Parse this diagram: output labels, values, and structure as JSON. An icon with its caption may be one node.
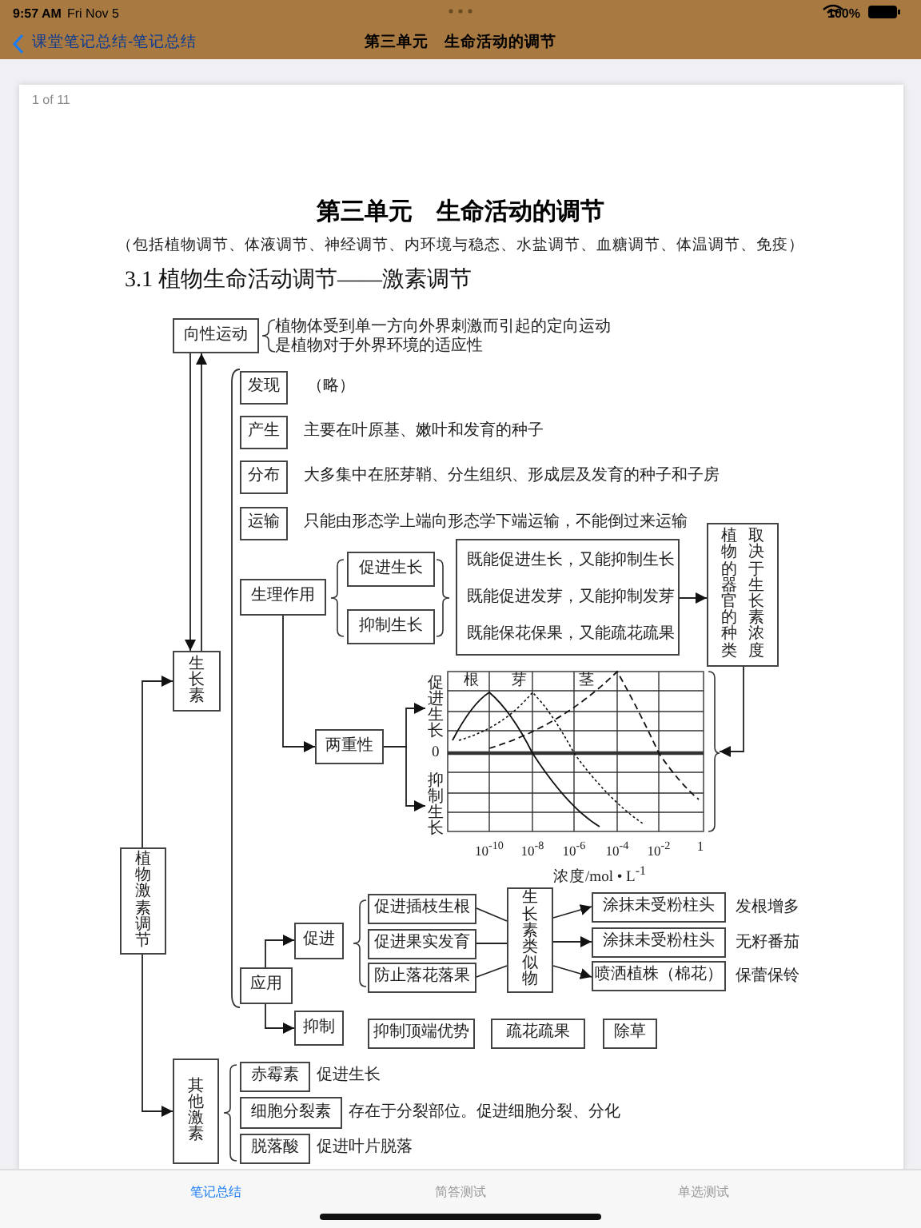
{
  "diagram": {
    "title": "第三单元　生命活动的调节",
    "nodes": [
      {
        "text": [
          "向性运动"
        ],
        "beside": [
          "植物体受到单一方向外界刺激而引起的定向运动",
          "是植物对于外界环境的适应性"
        ]
      },
      {
        "text": [
          "发现"
        ],
        "beside": [
          "（略）"
        ]
      },
      {
        "text": [
          "产生"
        ],
        "beside": [
          "主要在叶原基、嫩叶和发育的种子"
        ]
      },
      {
        "text": [
          "分布"
        ],
        "beside": [
          "大多集中在胚芽鞘、分生组织、形成层及发育的种子和子房"
        ]
      },
      {
        "text": [
          "运输"
        ],
        "beside": [
          "只能由形态学上端向形态学下端运输，不能倒过来运输"
        ]
      },
      {
        "text": [
          "生理作用"
        ]
      },
      {
        "text": [
          "促进生长"
        ]
      },
      {
        "text": [
          "抑制生长"
        ]
      },
      {
        "text": [
          "既能促进生长，又能抑制生长",
          "既能促进发芽，又能抑制发芽",
          "既能保花保果，又能疏花疏果"
        ]
      },
      {
        "text": [
          "植物的器官的种类",
          "取决于生长素浓度"
        ]
      },
      {
        "text": [
          "生长素"
        ]
      },
      {
        "text": [
          "两重性"
        ]
      },
      {
        "text": [
          "促进生长"
        ]
      },
      {
        "text": [],
        "shape": "picture"
      },
      {
        "text": [
          "抑制生长"
        ]
      },
      {
        "text": [
          "植物激素调节"
        ]
      },
      {
        "text": [
          "应用"
        ]
      },
      {
        "text": [
          "促进"
        ]
      },
      {
        "text": [
          "促进插枝生根"
        ]
      },
      {
        "text": [
          "促进果实发育"
        ]
      },
      {
        "text": [
          "防止落花落果"
        ]
      },
      {
        "text": [
          "生长素类似物"
        ]
      },
      {
        "text": [
          "涂抹未受粉柱头"
        ],
        "beside": [
          "发根增多"
        ]
      },
      {
        "text": [
          "涂抹未受粉柱头"
        ],
        "beside": [
          "无籽番茄"
        ]
      },
      {
        "text": [
          "喷洒植株（棉花）"
        ],
        "beside": [
          "保蕾保铃"
        ]
      },
      {
        "text": [
          "抑制"
        ]
      },
      {
        "text": [
          "抑制顶端优势"
        ]
      },
      {
        "text": [
          "疏花疏果"
        ]
      },
      {
        "text": [
          "除草"
        ]
      },
      {
        "text": [
          "其他激素"
        ]
      },
      {
        "text": [
          "赤霉素"
        ],
        "beside": [
          "促进生长"
        ]
      },
      {
        "text": [
          "细胞分裂素"
        ],
        "beside": [
          "存在于分裂部位。促进细胞分裂、分化"
        ]
      },
      {
        "text": [
          "脱落酸"
        ],
        "beside": [
          "促进叶片脱落"
        ]
      }
    ],
    "edges": [
      {
        "from": 0,
        "to": 10,
        "arrow": "to"
      },
      {
        "from": 10,
        "to": 0,
        "arrow": "to"
      },
      {
        "from": 15,
        "to": 10,
        "arrow": "to"
      },
      {
        "from": 15,
        "to": 29,
        "arrow": "to"
      },
      {
        "from": 5,
        "to": 11,
        "arrow": "to"
      },
      {
        "from": 8,
        "to": 9,
        "arrow": "to"
      },
      {
        "from": 9,
        "to": 13,
        "arrow": "to"
      },
      {
        "from": 11,
        "to": 12,
        "arrow": "to"
      },
      {
        "from": 11,
        "to": 14,
        "arrow": "to"
      },
      {
        "from": 16,
        "to": 17,
        "arrow": "to"
      },
      {
        "from": 16,
        "to": 25,
        "arrow": "to"
      },
      {
        "from": 18,
        "to": 21,
        "arrow": "none"
      },
      {
        "from": 19,
        "to": 21,
        "arrow": "none"
      },
      {
        "from": 20,
        "to": 21,
        "arrow": "none"
      },
      {
        "from": 21,
        "to": 22,
        "arrow": "to"
      },
      {
        "from": 21,
        "to": 23,
        "arrow": "to"
      },
      {
        "from": 21,
        "to": 24,
        "arrow": "to"
      }
    ],
    "labels": [
      "9:57 AM",
      "Fri Nov 5",
      "100%",
      "课堂笔记总结-笔记总结",
      "第三单元　生命活动的调节",
      "1 of 11",
      "（包括植物调节、体液调节、神经调节、内环境与稳态、水盐调节、血糖调节、体温调节、免疫）",
      "3.1 植物生命活动调节——激素调节",
      "根",
      "芽",
      "茎",
      "0",
      "10$^{-10}$",
      "10$^{-8}$",
      "10$^{-6}$",
      "10$^{-4}$",
      "10$^{-2}$",
      "1",
      "浓度/mol • L$^{-1}$",
      "笔记总结",
      "简答测试",
      "单选测试"
    ]
  }
}
